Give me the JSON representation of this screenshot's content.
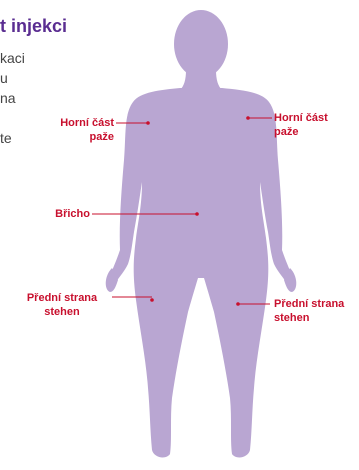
{
  "heading": "t injekci",
  "paragraph_fragments": [
    "kaci",
    "u",
    "na",
    "",
    "te"
  ],
  "labels": {
    "upper_arm_left": [
      "Horní část",
      "paže"
    ],
    "upper_arm_right": [
      "Horní část",
      "paže"
    ],
    "abdomen": "Břicho",
    "thigh_left": [
      "Přední strana",
      "stehen"
    ],
    "thigh_right": [
      "Přední strana",
      "stehen"
    ]
  },
  "colors": {
    "heading": "#5a2d91",
    "body_silhouette": "#b9a6d2",
    "label": "#c8102e",
    "leader_line": "#c8102e",
    "text": "#444444"
  },
  "icons": {
    "silhouette": "human-body-silhouette-icon"
  }
}
